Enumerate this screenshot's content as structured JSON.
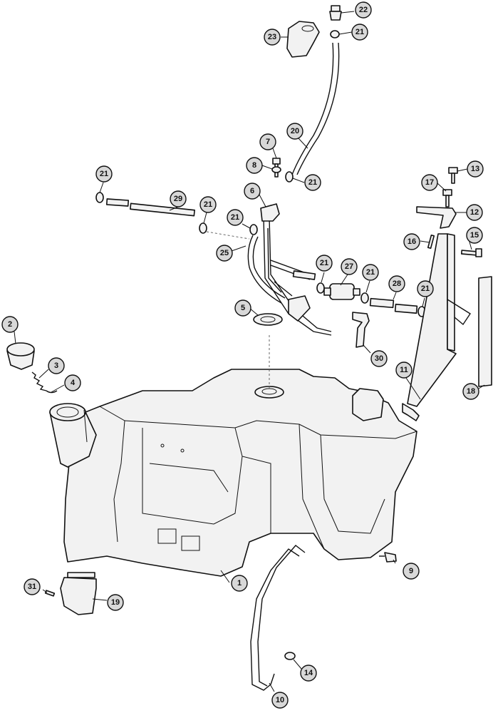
{
  "callouts": {
    "c1": "1",
    "c2": "2",
    "c3": "3",
    "c4": "4",
    "c5": "5",
    "c6": "6",
    "c7": "7",
    "c8": "8",
    "c9": "9",
    "c10": "10",
    "c11": "11",
    "c12": "12",
    "c13": "13",
    "c14": "14",
    "c15": "15",
    "c16": "16",
    "c17": "17",
    "c18": "18",
    "c19": "19",
    "c20": "20",
    "c21a": "21",
    "c21b": "21",
    "c21c": "21",
    "c21d": "21",
    "c21e": "21",
    "c21f": "21",
    "c21g": "21",
    "c21h": "21",
    "c22": "22",
    "c23": "23",
    "c25": "25",
    "c27": "27",
    "c28": "28",
    "c29": "29",
    "c30": "30",
    "c31": "31"
  }
}
